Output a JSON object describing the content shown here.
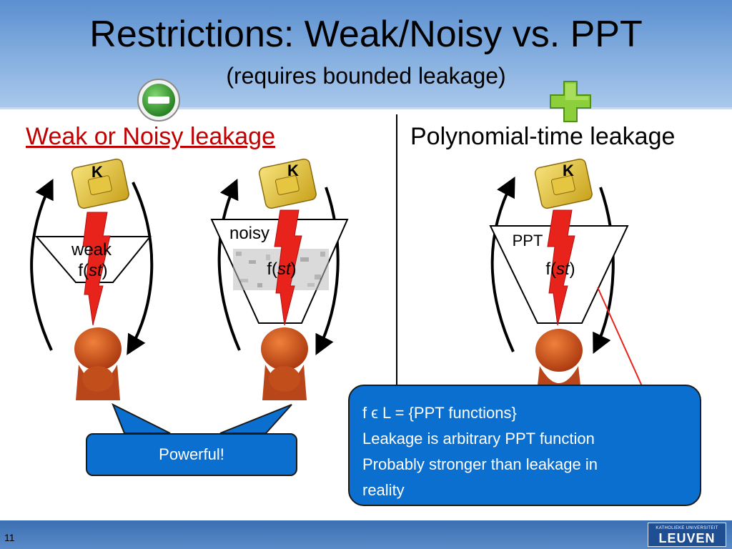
{
  "slide": {
    "title": "Restrictions: Weak/Noisy vs. PPT",
    "subtitle": "(requires bounded leakage)",
    "page_number": "11"
  },
  "icons": {
    "minus": "minus-circle-icon",
    "plus": "plus-icon"
  },
  "left": {
    "heading": "Weak or Noisy leakage",
    "key_label": "K",
    "weak_label": "weak",
    "noisy_label": "noisy",
    "func_prefix": "f(",
    "func_arg": "st",
    "func_suffix": ")",
    "powerful": "Powerful!"
  },
  "right": {
    "heading": "Polynomial-time leakage",
    "key_label": "K",
    "ppt_label": "PPT",
    "func_prefix": "f(",
    "func_arg": "st",
    "func_suffix": ")",
    "info_lines": [
      "f  ϵ L = {PPT functions}",
      "Leakage is arbitrary PPT function",
      "Probably stronger than leakage in",
      "reality"
    ]
  },
  "logo": {
    "small": "KATHOLIEKE UNIVERSITEIT",
    "big": "LEUVEN"
  },
  "colors": {
    "header": "#6f9fd8",
    "heading_red": "#c00000",
    "bubble_blue": "#0b6fcf",
    "bolt_red": "#e8231b",
    "minus_green": "#2e9a2a",
    "plus_green": "#8ccf3a",
    "footer": "#3b6fb2"
  }
}
